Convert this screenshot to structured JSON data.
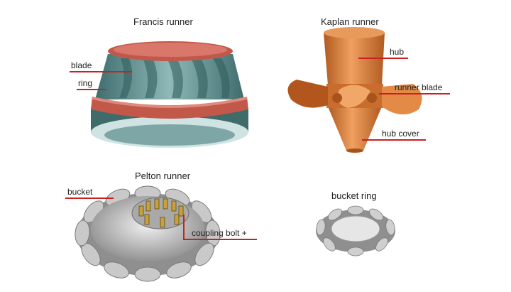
{
  "runners": {
    "francis": {
      "title": "Francis runner",
      "labels": {
        "blade": "blade",
        "ring": "ring"
      }
    },
    "kaplan": {
      "title": "Kaplan runner",
      "labels": {
        "hub": "hub",
        "runner_blade": "runner blade",
        "hub_cover": "hub cover"
      }
    },
    "pelton": {
      "title": "Pelton runner",
      "labels": {
        "bucket": "bucket",
        "coupling_bolt": "coupling bolt +"
      }
    },
    "bucket_ring": {
      "title": "bucket ring"
    }
  },
  "colors": {
    "leader_line": "#cc1f1f",
    "francis_body": "#5f8f8f",
    "francis_ring": "#c2584a",
    "kaplan_copper": "#d27a3a",
    "pelton_metal": "#b8b8b8",
    "bolt_gold": "#c9a13a"
  }
}
